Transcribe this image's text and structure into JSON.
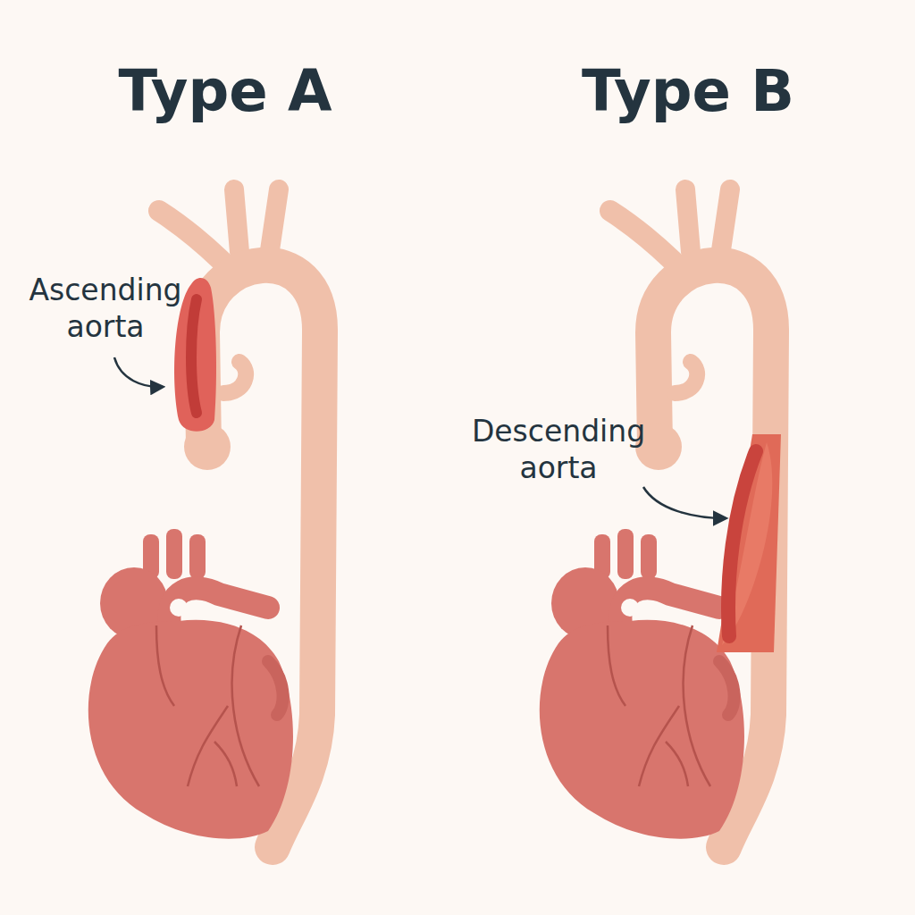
{
  "diagram": {
    "labels": [
      "Type A",
      "Ascending aorta",
      "Type B",
      "Descending aorta"
    ]
  }
}
